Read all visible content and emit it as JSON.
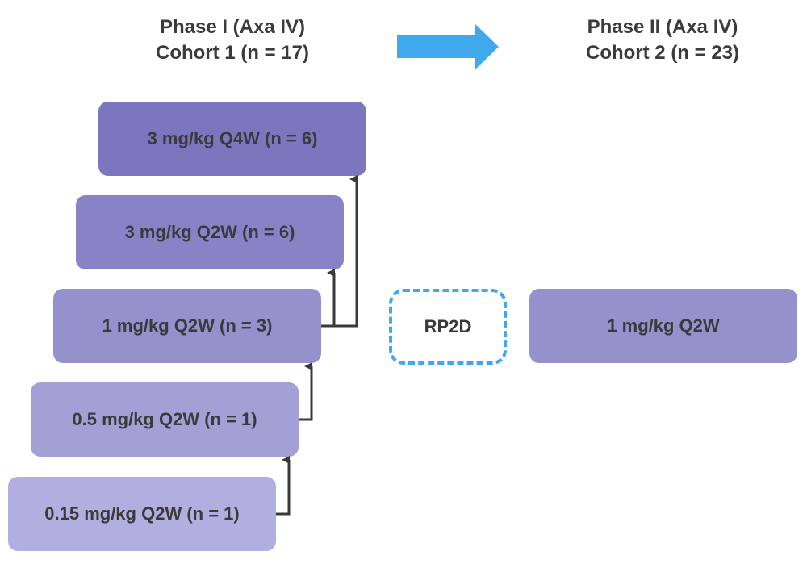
{
  "header": {
    "phase1": {
      "line1": "Phase I (Axa IV)",
      "line2": "Cohort 1 (n = 17)"
    },
    "phase2": {
      "line1": "Phase II (Axa IV)",
      "line2": "Cohort 2 (n = 23)"
    },
    "arrow_icon": "right-arrow-icon",
    "arrow_color": "#3fa9ec"
  },
  "phase1_doses": [
    {
      "label": "3 mg/kg Q4W (n = 6)",
      "color": "#7b76bd"
    },
    {
      "label": "3 mg/kg Q2W (n = 6)",
      "color": "#8883c6"
    },
    {
      "label": "1 mg/kg Q2W (n = 3)",
      "color": "#9591cd"
    },
    {
      "label": "0.5 mg/kg Q2W (n = 1)",
      "color": "#a4a0d6"
    },
    {
      "label": "0.15 mg/kg Q2W (n = 1)",
      "color": "#b1aee0"
    }
  ],
  "rp2d": {
    "label": "RP2D",
    "border_color": "#3fa9ec"
  },
  "phase2_dose": {
    "label": "1 mg/kg Q2W",
    "color": "#9591cd"
  },
  "connector_color": "#3a3a3c"
}
